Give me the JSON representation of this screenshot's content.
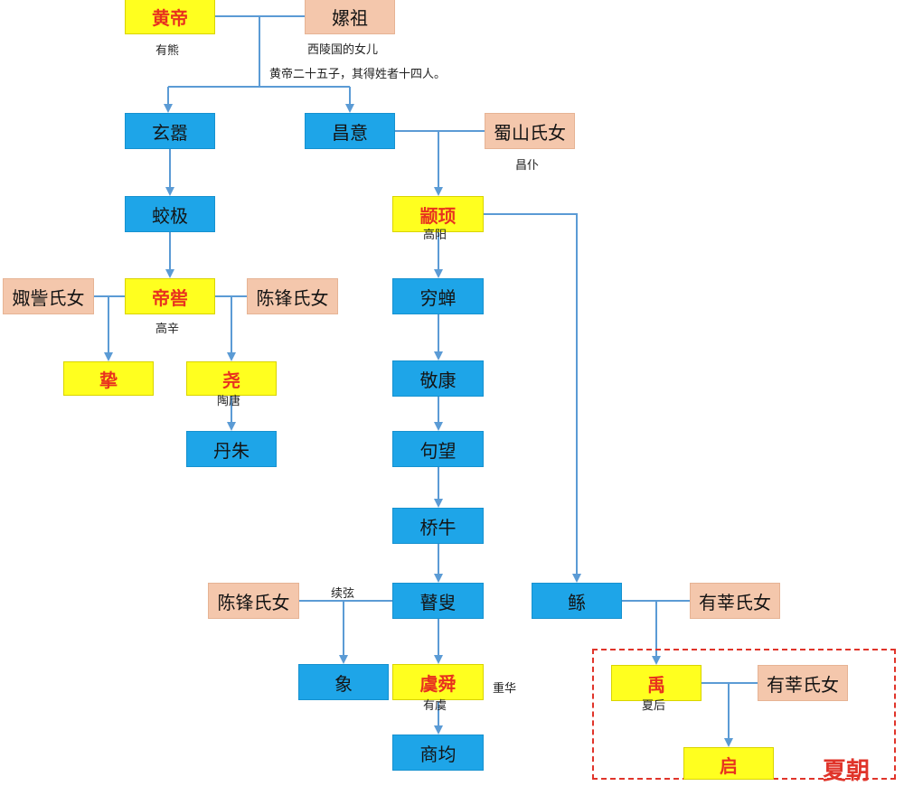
{
  "nodes": {
    "huangdi": "黄帝",
    "leizu": "嫘祖",
    "xuanxiao": "玄嚣",
    "changyi": "昌意",
    "shushan": "蜀山氏女",
    "jiaoji": "蛟极",
    "zhuanxu": "颛顼",
    "diku": "帝喾",
    "juzi": "娵訾氏女",
    "chenfeng1": "陈锋氏女",
    "qiongchan": "穷蝉",
    "zhi": "挚",
    "yao": "尧",
    "jingkang": "敬康",
    "danzhu": "丹朱",
    "juwang": "句望",
    "qiaoniu": "桥牛",
    "chenfeng2": "陈锋氏女",
    "gusou": "瞽叟",
    "gun": "鲧",
    "youxin1": "有莘氏女",
    "xiang": "象",
    "shun": "虞舜",
    "yu": "禹",
    "youxin2": "有莘氏女",
    "shangjun": "商均",
    "qi": "启"
  },
  "notes": {
    "youxiong": "有熊",
    "xiling": "西陵国的女儿",
    "sons": "黄帝二十五子，其得姓者十四人。",
    "changpu": "昌仆",
    "gaoyang": "高阳",
    "gaoxin": "高辛",
    "taotang": "陶唐",
    "xuxian": "续弦",
    "chonghua": "重华",
    "youyu": "有虞",
    "xiahou": "夏后"
  },
  "dynasty_label": "夏朝",
  "colors": {
    "ruler_box": "#ffff1f",
    "ruler_text": "#e8321e",
    "descendant_box": "#1ea5e8",
    "consort_box": "#f4c7ac",
    "connector": "#5b9bd5",
    "dynasty_frame": "#e0342a"
  }
}
